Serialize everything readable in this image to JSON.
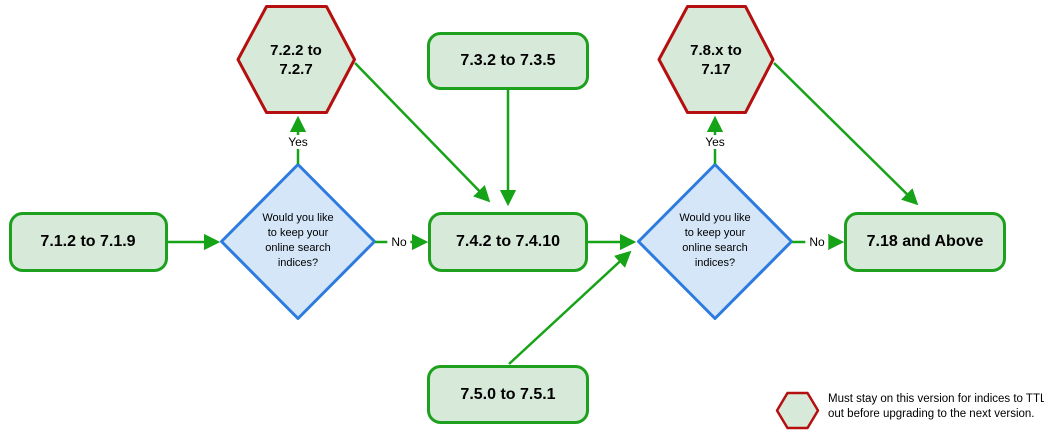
{
  "colors": {
    "edge_green": "#17a317",
    "node_green_stroke": "#1da01d",
    "node_green_fill": "#d7ead9",
    "hex_red_stroke": "#b50f0f",
    "diamond_blue_stroke": "#2d7bdf",
    "diamond_blue_fill": "#d4e6f8"
  },
  "nodes": {
    "box_71": {
      "label": "7.1.2 to 7.1.9"
    },
    "hex_72": {
      "line1": "7.2.2 to",
      "line2": "7.2.7"
    },
    "box_73": {
      "label": "7.3.2 to 7.3.5"
    },
    "box_74": {
      "label": "7.4.2 to 7.4.10"
    },
    "box_75": {
      "label": "7.5.0 to 7.5.1"
    },
    "hex_78": {
      "line1": "7.8.x to",
      "line2": "7.17"
    },
    "box_718": {
      "label": "7.18 and Above"
    },
    "decision1": {
      "lines": [
        "Would you like",
        "to keep your",
        "online search",
        "indices?"
      ]
    },
    "decision2": {
      "lines": [
        "Would you like",
        "to keep your",
        "online search",
        "indices?"
      ]
    }
  },
  "edge_labels": {
    "yes1": "Yes",
    "no1": "No",
    "yes2": "Yes",
    "no2": "No"
  },
  "legend": {
    "line1": "Must stay on this version for indices to TTL",
    "line2": "out before upgrading to the next version."
  }
}
